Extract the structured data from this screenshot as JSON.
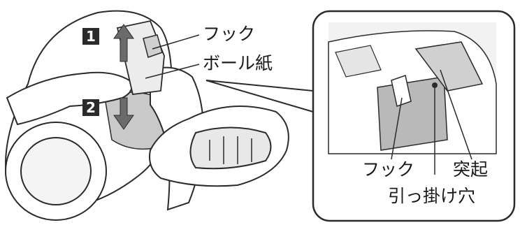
{
  "labels": {
    "hook_main": "フック",
    "paper_main": "ボール紙",
    "hook_detail": "フック",
    "protrusion": "突起",
    "hole": "引っ掛け穴"
  },
  "steps": [
    "1",
    "2"
  ],
  "colors": {
    "line": "#2b2b2b",
    "gray": "#b9b9b9",
    "light_gray": "#d8d8d8",
    "dark": "#2b2b2b"
  }
}
